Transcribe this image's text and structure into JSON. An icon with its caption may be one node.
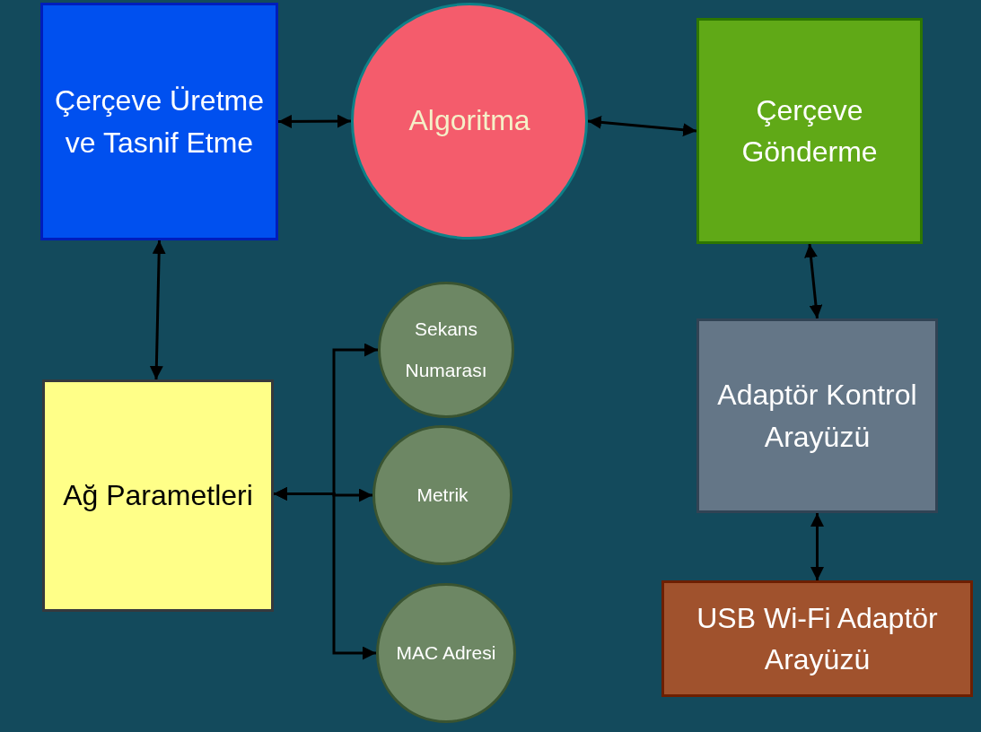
{
  "diagram": {
    "nodes": [
      {
        "text": [
          "Çerçeve Üretme ve Tasnif Etme"
        ]
      },
      {
        "text": [
          "Algoritma"
        ]
      },
      {
        "text": [
          "Çerçeve Gönderme"
        ]
      },
      {
        "text": [
          "Ağ Parametleri"
        ]
      },
      {
        "text": [
          "Sekans Numarası"
        ]
      },
      {
        "text": [
          "Metrik"
        ]
      },
      {
        "text": [
          "MAC Adresi"
        ]
      },
      {
        "text": [
          "Adaptör Kontrol Arayüzü"
        ]
      },
      {
        "text": [
          "USB Wi-Fi Adaptör Arayüzü"
        ]
      }
    ],
    "edges": [
      {
        "from": 0,
        "to": 1,
        "arrow": "both"
      },
      {
        "from": 1,
        "to": 2,
        "arrow": "both"
      },
      {
        "from": 0,
        "to": 3,
        "arrow": "both"
      },
      {
        "from": 3,
        "to": 4,
        "arrow": "both"
      },
      {
        "from": 3,
        "to": 5,
        "arrow": "both"
      },
      {
        "from": 3,
        "to": 6,
        "arrow": "both"
      },
      {
        "from": 2,
        "to": 7,
        "arrow": "both"
      },
      {
        "from": 7,
        "to": 8,
        "arrow": "both"
      }
    ]
  }
}
